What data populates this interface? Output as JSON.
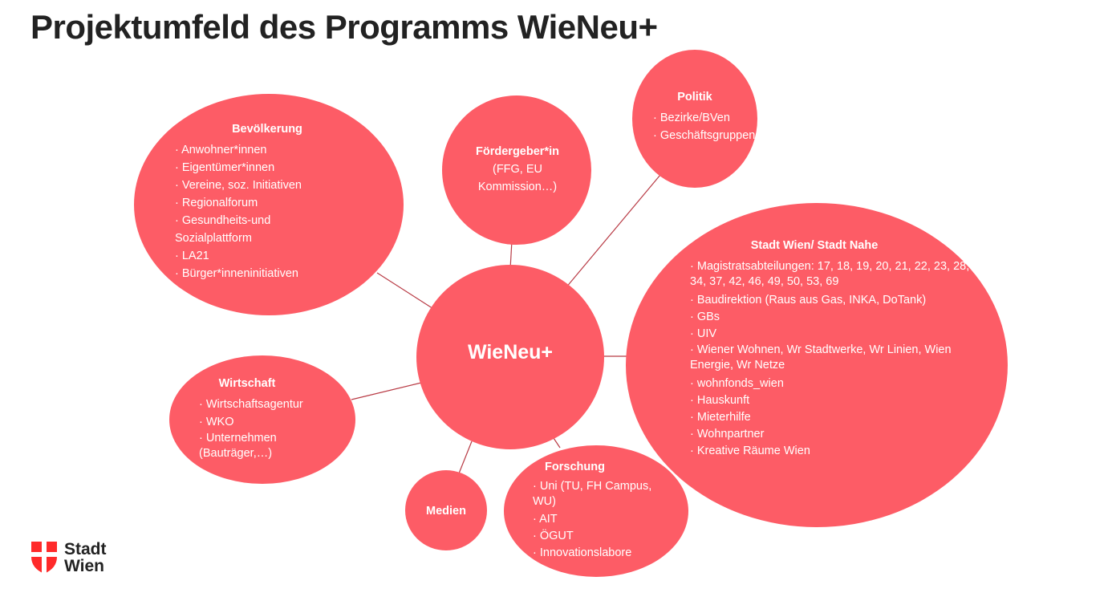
{
  "title": "Projektumfeld des Programms WieNeu+",
  "colors": {
    "bubble": "#fd5c66",
    "line": "#b83a44",
    "logo_red": "#ff2a2a"
  },
  "center": "WieNeu+",
  "nodes": {
    "bevoelkerung": {
      "title": "Bevölkerung",
      "items": [
        "Anwohner*innen",
        "Eigentümer*innen",
        "Vereine, soz. Initiativen",
        "Regionalforum",
        "Gesundheits-und Sozialplattform",
        "LA21",
        "Bürger*inneninitiativen"
      ]
    },
    "foerdergeber": {
      "title": "Fördergeber*in",
      "subtitle": "(FFG, EU Kommission…)"
    },
    "politik": {
      "title": "Politik",
      "items": [
        "Bezirke/BVen",
        "Geschäftsgruppen"
      ]
    },
    "stadt": {
      "title": "Stadt Wien/ Stadt Nahe",
      "items": [
        "Magistratsabteilungen: 17, 18, 19, 20, 21, 22, 23, 28, 34, 37, 42, 46, 49, 50, 53, 69",
        "Baudirektion (Raus aus Gas, INKA, DoTank)",
        "GBs",
        "UIV",
        "Wiener Wohnen, Wr Stadtwerke, Wr Linien, Wien Energie, Wr Netze",
        "wohnfonds_wien",
        "Hauskunft",
        "Mieterhilfe",
        "Wohnpartner",
        "Kreative Räume Wien"
      ]
    },
    "wirtschaft": {
      "title": "Wirtschaft",
      "items": [
        "Wirtschaftsagentur",
        "WKO",
        "Unternehmen (Bauträger,…)"
      ]
    },
    "medien": {
      "title": "Medien"
    },
    "forschung": {
      "title": "Forschung",
      "items": [
        "Uni (TU, FH Campus, WU)",
        "AIT",
        "ÖGUT",
        "Innovationslabore"
      ]
    }
  },
  "logo": {
    "line1": "Stadt",
    "line2": "Wien"
  }
}
